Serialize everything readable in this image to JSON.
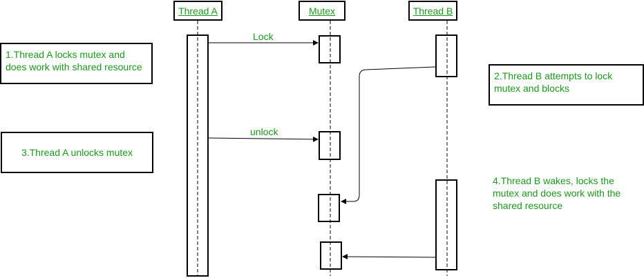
{
  "participants": {
    "thread_a": "Thread A",
    "mutex": "Mutex",
    "thread_b": "Thread B"
  },
  "messages": {
    "lock": "Lock",
    "unlock": "unlock"
  },
  "notes": {
    "step1_line1": "1.Thread A locks mutex and",
    "step1_line2": "does work with shared resource",
    "step2_line1": "2.Thread B attempts to lock",
    "step2_line2": "mutex and blocks",
    "step3": "3.Thread A unlocks mutex",
    "step4_line1": "4.Thread B wakes, locks the",
    "step4_line2": "mutex and does work with the",
    "step4_line3": "shared resource"
  },
  "colors": {
    "label_green": "#1a9a1a",
    "line": "#000000"
  }
}
